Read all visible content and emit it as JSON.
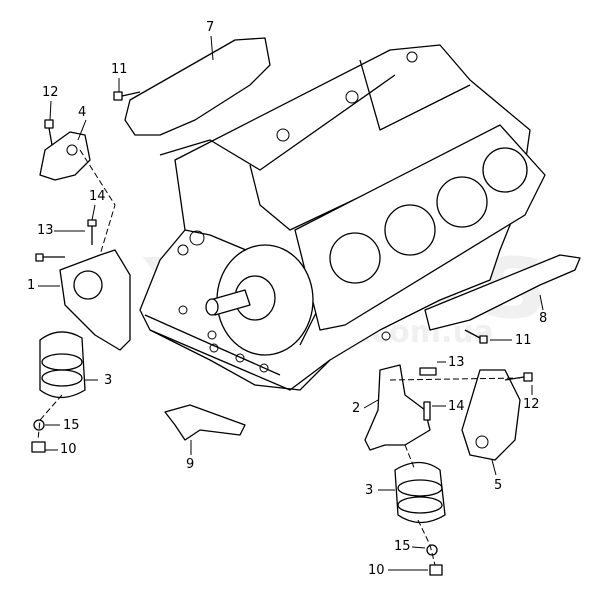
{
  "diagram": {
    "watermark": {
      "main": "xparts",
      "suffix": ".com.ua"
    },
    "callouts": [
      {
        "id": "c7",
        "label": "7"
      },
      {
        "id": "c11a",
        "label": "11"
      },
      {
        "id": "c12a",
        "label": "12"
      },
      {
        "id": "c4",
        "label": "4"
      },
      {
        "id": "c14a",
        "label": "14"
      },
      {
        "id": "c13a",
        "label": "13"
      },
      {
        "id": "c1",
        "label": "1"
      },
      {
        "id": "c3a",
        "label": "3"
      },
      {
        "id": "c15a",
        "label": "15"
      },
      {
        "id": "c10a",
        "label": "10"
      },
      {
        "id": "c9",
        "label": "9"
      },
      {
        "id": "c8",
        "label": "8"
      },
      {
        "id": "c11b",
        "label": "11"
      },
      {
        "id": "c13b",
        "label": "13"
      },
      {
        "id": "c2",
        "label": "2"
      },
      {
        "id": "c14b",
        "label": "14"
      },
      {
        "id": "c12b",
        "label": "12"
      },
      {
        "id": "c5",
        "label": "5"
      },
      {
        "id": "c3b",
        "label": "3"
      },
      {
        "id": "c15b",
        "label": "15"
      },
      {
        "id": "c10b",
        "label": "10"
      }
    ]
  }
}
